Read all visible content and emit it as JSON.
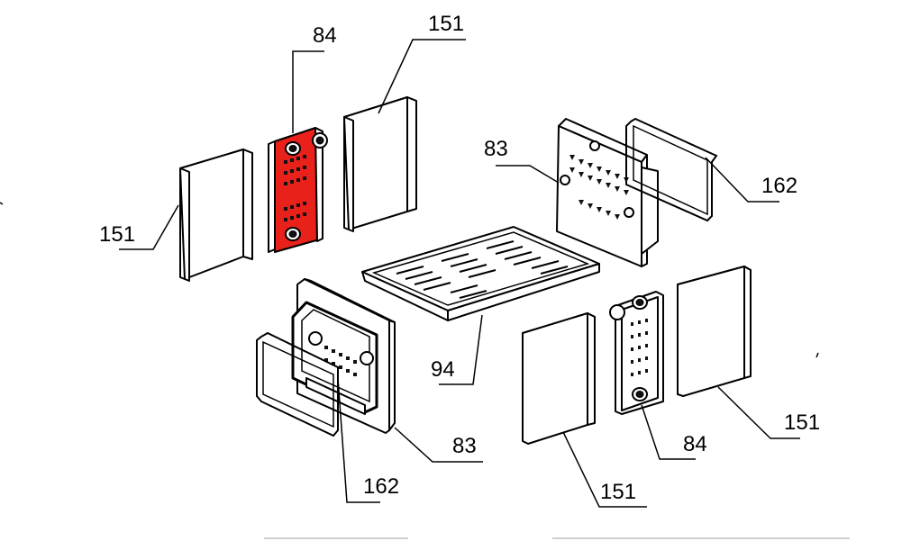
{
  "labels": {
    "top_84": "84",
    "top_151_center": "151",
    "left_151": "151",
    "right_83": "83",
    "right_162": "162",
    "center_94": "94",
    "bottom_83": "83",
    "bottom_162": "162",
    "bottom_151": "151",
    "bottom_84": "84",
    "right_151": "151"
  },
  "colors": {
    "highlight": "#e8211b",
    "line": "#000000"
  }
}
